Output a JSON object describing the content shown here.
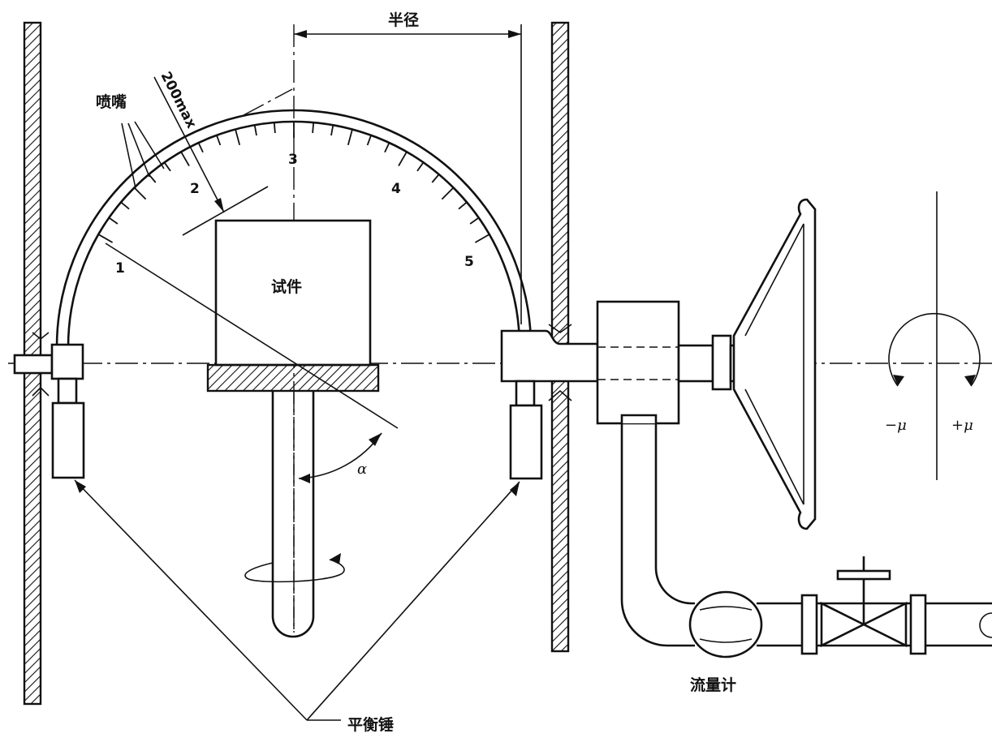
{
  "labels": {
    "radius": "半径",
    "nozzle": "喷嘴",
    "max_distance": "200max",
    "specimen": "试件",
    "flowmeter": "流量计",
    "counterweight": "平衡锤",
    "alpha": "α",
    "minus_mu": "−μ",
    "plus_mu": "+μ"
  },
  "scale_marks": [
    "1",
    "2",
    "3",
    "4",
    "5"
  ],
  "colors": {
    "ink": "#111111",
    "paper": "#ffffff"
  }
}
